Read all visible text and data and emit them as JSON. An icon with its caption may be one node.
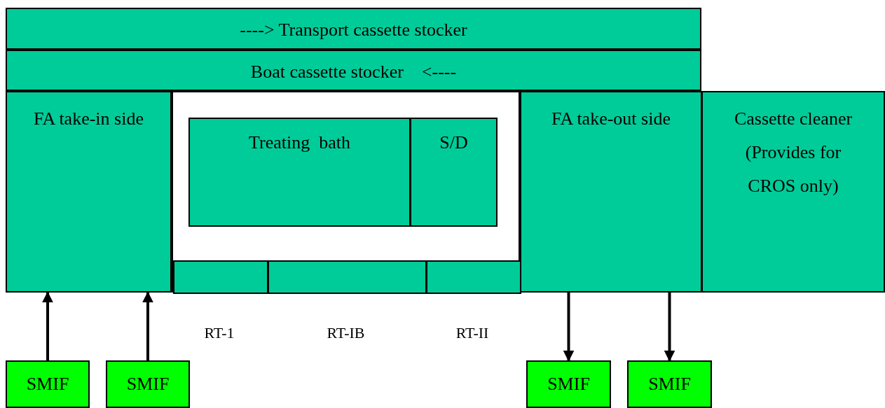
{
  "diagram": {
    "nodes": [
      {
        "text": [
          "----> Transport cassette stocker"
        ]
      },
      {
        "text": [
          "Boat cassette stocker    <----"
        ]
      },
      {
        "text": [
          "FA take-in side"
        ]
      },
      {
        "text": [],
        "shape": "box"
      },
      {
        "text": [
          "Treating  bath"
        ],
        "in": 3
      },
      {
        "text": [
          "S/D"
        ],
        "in": 3
      },
      {
        "text": [],
        "shape": "box",
        "in": 3,
        "beside": [
          "RT-1"
        ]
      },
      {
        "text": [],
        "shape": "box",
        "in": 3,
        "beside": [
          "RT-IB"
        ]
      },
      {
        "text": [],
        "shape": "box",
        "in": 3,
        "beside": [
          "RT-II"
        ]
      },
      {
        "text": [
          "FA take-out side"
        ]
      },
      {
        "text": [
          "Cassette cleaner (Provides for CROS only)"
        ]
      },
      {
        "text": [
          "SMIF"
        ]
      },
      {
        "text": [
          "SMIF"
        ]
      },
      {
        "text": [
          "SMIF"
        ]
      },
      {
        "text": [
          "SMIF"
        ]
      }
    ],
    "edges": [
      {
        "from": 11,
        "to": 2,
        "arrow": "to"
      },
      {
        "from": 12,
        "to": 2,
        "arrow": "to"
      },
      {
        "from": 9,
        "to": 13,
        "arrow": "to"
      },
      {
        "from": 9,
        "to": 14,
        "arrow": "to"
      }
    ]
  }
}
